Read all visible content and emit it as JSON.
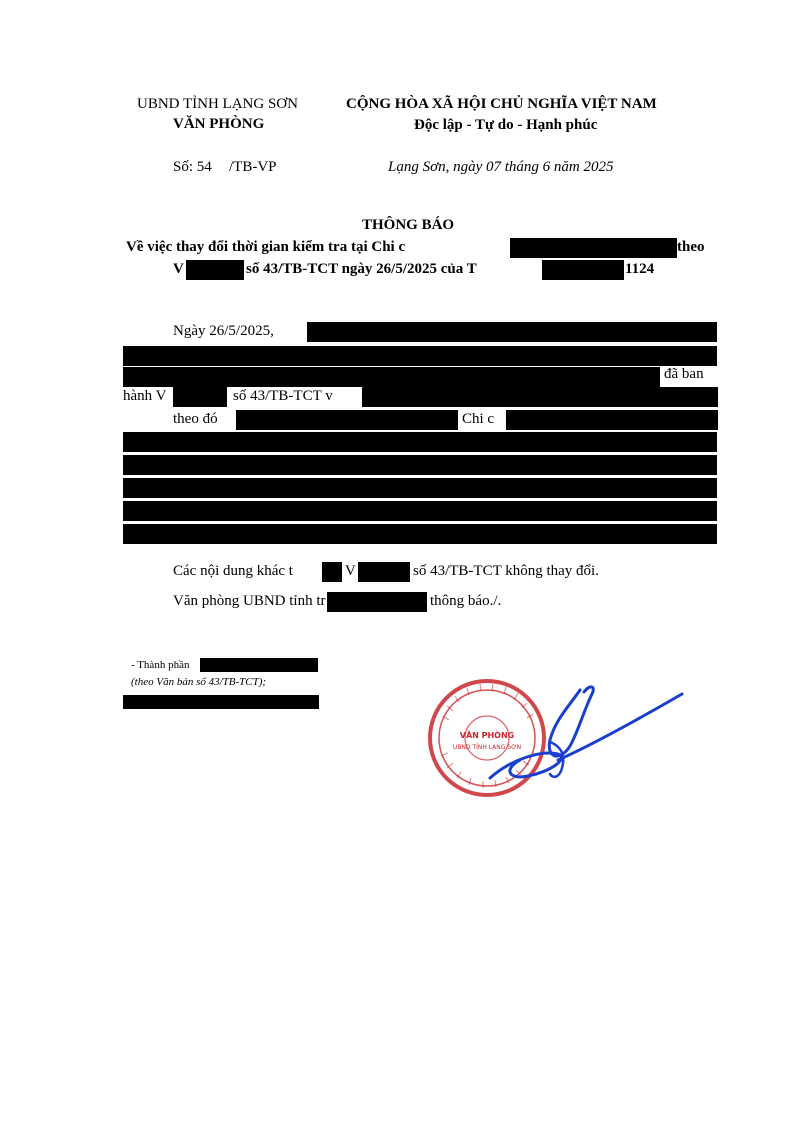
{
  "header": {
    "agency_line1": "UBND TỈNH LẠNG SƠN",
    "agency_line2": "VĂN PHÒNG",
    "nation_line1": "CỘNG HÒA XÃ HỘI CHỦ NGHĨA VIỆT NAM",
    "nation_line2": "Độc lập - Tự do - Hạnh phúc",
    "doc_number_prefix": "Số: 54",
    "doc_number_suffix": "/TB-VP",
    "place_date": "Lạng Sơn, ngày 07 tháng 6 năm 2025"
  },
  "title": {
    "main": "THÔNG BÁO",
    "sub_line1_start": "Về việc thay đổi thời gian kiểm tra tại Chi c",
    "sub_line1_end": "theo",
    "sub_line2_start": "V",
    "sub_line2_mid": "số 43/TB-TCT ngày 26/5/2025 của T",
    "sub_line2_end": "1124"
  },
  "body": {
    "p1_start": "Ngày 26/5/2025, ",
    "p2_end": "đã ban",
    "p3_start": "hành V",
    "p3_mid": "số 43/TB-TCT v",
    "p4_start": "theo đó",
    "p4_mid": "Chi c",
    "p5_start": "Các nội dung khác t",
    "p5_mid1": "V",
    "p5_mid2": "số 43/TB-TCT không thay đổi.",
    "p6_start": "Văn phòng UBND tỉnh tr",
    "p6_end": "thông báo./."
  },
  "recipients": {
    "line1": "- Thành phần",
    "line2": "(theo Văn bản số 43/TB-TCT);"
  },
  "stamp": {
    "center_line1": "VĂN PHÒNG",
    "center_line2": "UBND TỈNH LẠNG SƠN",
    "color": "#c8282d"
  },
  "signature": {
    "color": "#1a3fcf"
  }
}
